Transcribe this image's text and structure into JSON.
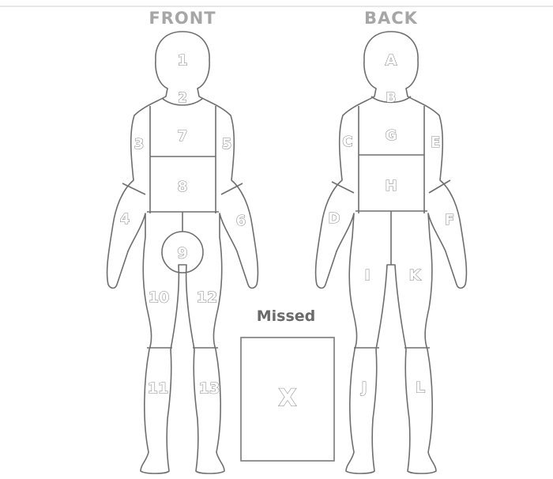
{
  "headings": {
    "front": "FRONT",
    "back": "BACK"
  },
  "front": {
    "head": "1",
    "neck": "2",
    "right_upper_arm": "3",
    "right_forearm": "4",
    "left_upper_arm": "5",
    "left_forearm": "6",
    "upper_torso": "7",
    "lower_torso": "8",
    "groin": "9",
    "right_thigh": "10",
    "right_lower_leg": "11",
    "left_thigh": "12",
    "left_lower_leg": "13"
  },
  "back": {
    "head": "A",
    "neck": "B",
    "left_upper_arm": "C",
    "left_forearm": "D",
    "right_upper_arm": "E",
    "right_forearm": "F",
    "upper_back": "G",
    "lower_back": "H",
    "left_thigh": "I",
    "right_thigh": "K",
    "left_lower_leg": "J",
    "right_lower_leg": "L"
  },
  "missed": {
    "title": "Missed",
    "label": "X"
  }
}
